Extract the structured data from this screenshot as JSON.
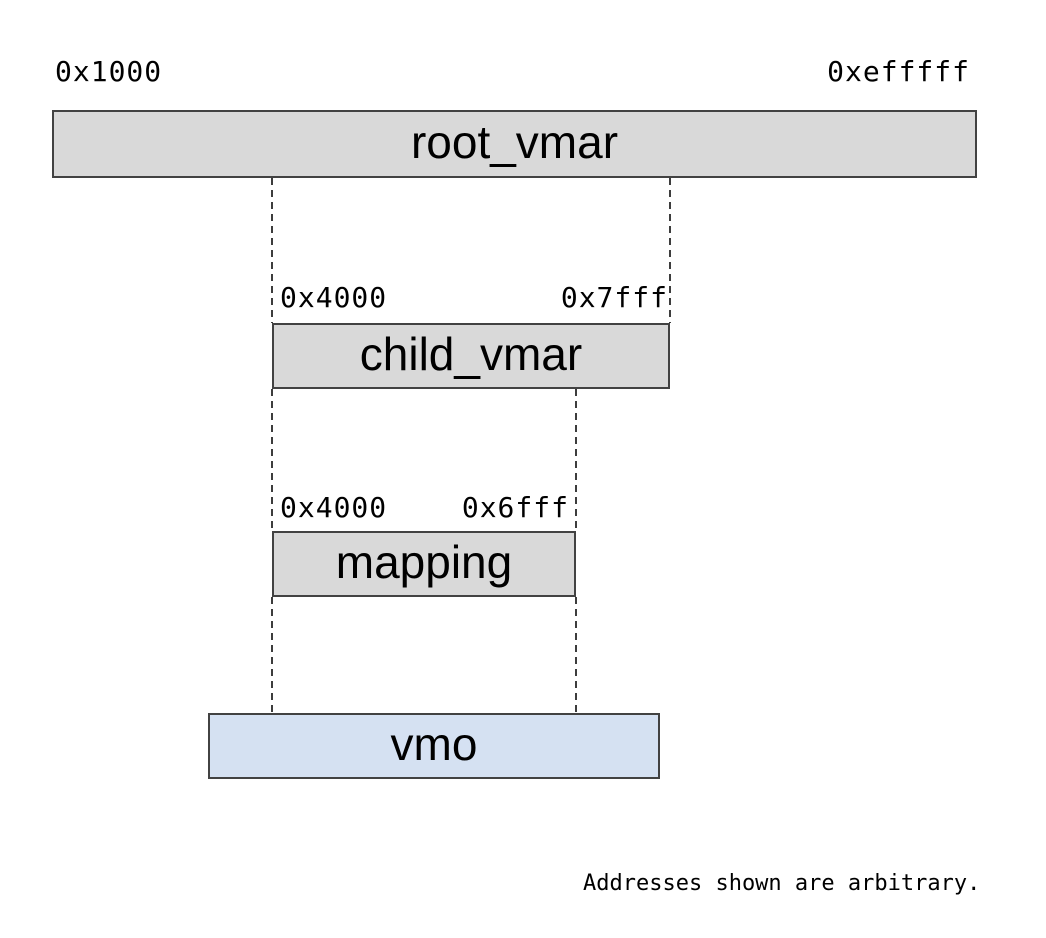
{
  "diagram": {
    "regions": {
      "root_vmar": {
        "label": "root_vmar",
        "start_address": "0x1000",
        "end_address": "0xefffff",
        "fill": "#d9d9d9"
      },
      "child_vmar": {
        "label": "child_vmar",
        "start_address": "0x4000",
        "end_address": "0x7fff",
        "fill": "#d9d9d9"
      },
      "mapping": {
        "label": "mapping",
        "start_address": "0x4000",
        "end_address": "0x6fff",
        "fill": "#d9d9d9"
      },
      "vmo": {
        "label": "vmo",
        "fill": "#d5e1f2"
      }
    },
    "caption": "Addresses shown are arbitrary.",
    "colors": {
      "border": "#424242",
      "dashed_line": "#3d3d3d",
      "background": "#ffffff"
    }
  }
}
